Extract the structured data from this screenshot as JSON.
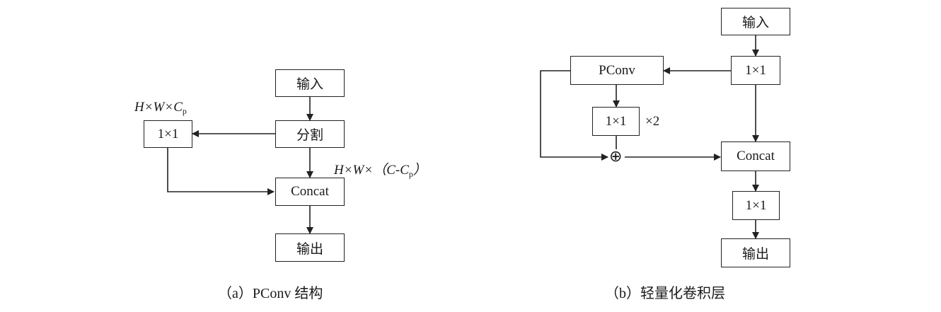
{
  "panel_a": {
    "input": "输入",
    "split": "分割",
    "conv1x1": "1×1",
    "concat": "Concat",
    "output": "输出",
    "dim_top": {
      "prefix": "H×W×C",
      "sub": "p"
    },
    "dim_right": {
      "prefix": "H×W×（C-C",
      "sub": "p",
      "suffix": "）"
    },
    "caption": "（a）PConv 结构"
  },
  "panel_b": {
    "input": "输入",
    "conv1x1_top": "1×1",
    "pconv": "PConv",
    "conv1x1_mid": "1×1",
    "repeat": "×2",
    "add_symbol": "⊕",
    "concat": "Concat",
    "conv1x1_bottom": "1×1",
    "output": "输出",
    "caption": "（b）轻量化卷积层"
  }
}
